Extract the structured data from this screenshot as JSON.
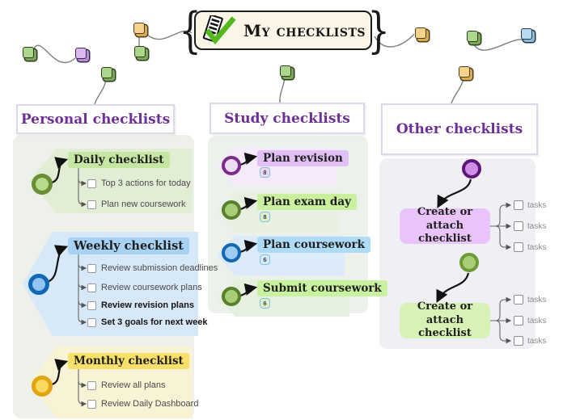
{
  "central_node": {
    "title": "My checklists",
    "icon": "checklist-clipboard-icon"
  },
  "decor": {
    "left_brace": "{",
    "right_brace": "}"
  },
  "columns": {
    "personal": {
      "header": "Personal checklists",
      "sections": [
        {
          "title": "Daily checklist",
          "items": [
            "Top 3 actions for today",
            "Plan new coursework"
          ]
        },
        {
          "title": "Weekly checklist",
          "items": [
            "Review submission deadlines",
            "Review coursework plans",
            "Review revision plans",
            "Set 3 goals for next week"
          ]
        },
        {
          "title": "Monthly checklist",
          "items": [
            "Review all plans",
            "Review Daily Dashboard"
          ]
        }
      ]
    },
    "study": {
      "header": "Study checklists",
      "branches": [
        {
          "title": "Plan revision",
          "badge": "8"
        },
        {
          "title": "Plan exam day",
          "badge": "8"
        },
        {
          "title": "Plan coursework",
          "badge": "6"
        },
        {
          "title": "Submit coursework",
          "badge": "6"
        }
      ]
    },
    "other": {
      "header": "Other checklists",
      "nodes": [
        {
          "title": "Create or attach checklist",
          "tasks": [
            "tasks",
            "tasks",
            "tasks"
          ]
        },
        {
          "title": "Create or attach checklist",
          "tasks": [
            "tasks",
            "tasks",
            "tasks"
          ]
        }
      ]
    }
  },
  "palette": {
    "central_bg": "#faf5e6",
    "header_text": "#6e2f96",
    "green_branch": "#6b8f35",
    "blue_branch": "#1268b3",
    "yellow_branch": "#e2a413",
    "purple_branch": "#7b2b88",
    "badge_border": "#7fc3e8"
  }
}
